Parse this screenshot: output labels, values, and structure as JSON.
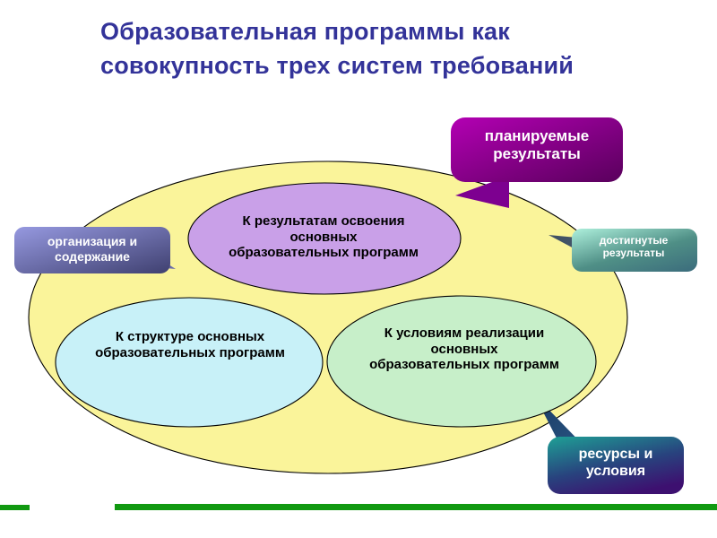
{
  "slide": {
    "title_lines": [
      "Образовательная программы как",
      "совокупность трех систем требований"
    ],
    "title_color": "#333399",
    "background": "#ffffff"
  },
  "venn": {
    "outer": {
      "name": "outer-yellow-ellipse",
      "fill": "#faf49a",
      "stroke": "#000000"
    },
    "ellipses": [
      {
        "id": "results",
        "label_lines": [
          "К результатам освоения",
          "основных",
          "образовательных программ"
        ],
        "fill": "#c9a0e8",
        "stroke": "#000000",
        "text_color": "#000000"
      },
      {
        "id": "structure",
        "label_lines": [
          "К структуре основных",
          "образовательных программ"
        ],
        "fill": "#c8f1f8",
        "stroke": "#000000",
        "text_color": "#000000"
      },
      {
        "id": "conditions",
        "label_lines": [
          "К условиям реализации",
          "основных",
          "образовательных программ"
        ],
        "fill": "#c7efc9",
        "stroke": "#000000",
        "text_color": "#000000"
      }
    ]
  },
  "callouts": [
    {
      "id": "planned",
      "label_lines": [
        "планируемые",
        "результаты"
      ],
      "gradient_from": "#b300b3",
      "gradient_to": "#59005c",
      "text_color": "#ffffff",
      "points_to": "results"
    },
    {
      "id": "organization",
      "label_lines": [
        "организация и",
        "содержание"
      ],
      "gradient_from": "#8e90d8",
      "gradient_to": "#3f4070",
      "text_color": "#ffffff",
      "points_to": "structure"
    },
    {
      "id": "achieved",
      "label_lines": [
        "достигнутые",
        "результаты"
      ],
      "gradient_from": "#9fe6d8",
      "gradient_to": "#3c7a6e",
      "text_color": "#ffffff",
      "points_to": "results"
    },
    {
      "id": "resources",
      "label_lines": [
        "ресурсы и",
        "условия"
      ],
      "gradient_from": "#1f8f8f",
      "gradient_to": "#3d1070",
      "text_color": "#ffffff",
      "points_to": "conditions"
    }
  ],
  "decorations": {
    "rule_color": "#119911",
    "short_dash_name": "bottom-left-dash",
    "long_rule_name": "bottom-rule"
  }
}
